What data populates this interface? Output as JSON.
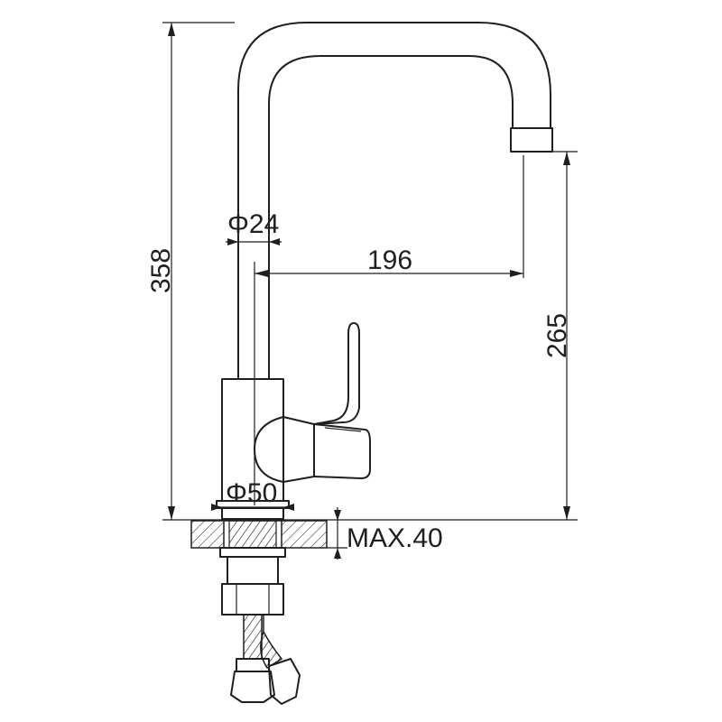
{
  "dimensions": {
    "total_height": "358",
    "spout_diameter": "Φ24",
    "reach": "196",
    "spout_height": "265",
    "base_diameter": "Φ50",
    "max_thickness": "MAX.40"
  }
}
